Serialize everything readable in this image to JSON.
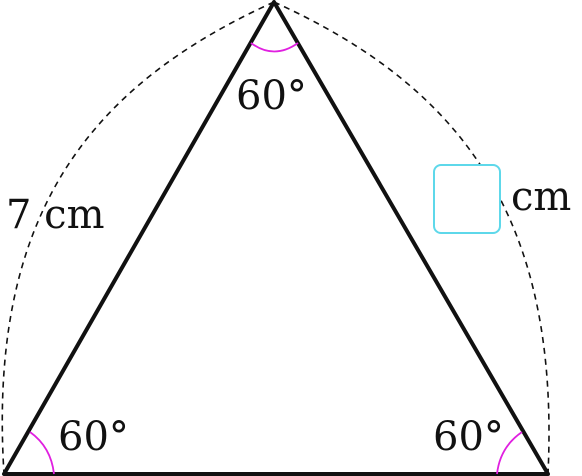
{
  "diagram": {
    "side_label": "7 cm",
    "answer_unit": "cm",
    "angle_top": "60°",
    "angle_left": "60°",
    "angle_right": "60°",
    "answer_value": ""
  },
  "colors": {
    "triangle": "#111111",
    "angle_arc": "#e020e0",
    "dashed_arc": "#111111",
    "answer_box_border": "#5ed8ea"
  }
}
